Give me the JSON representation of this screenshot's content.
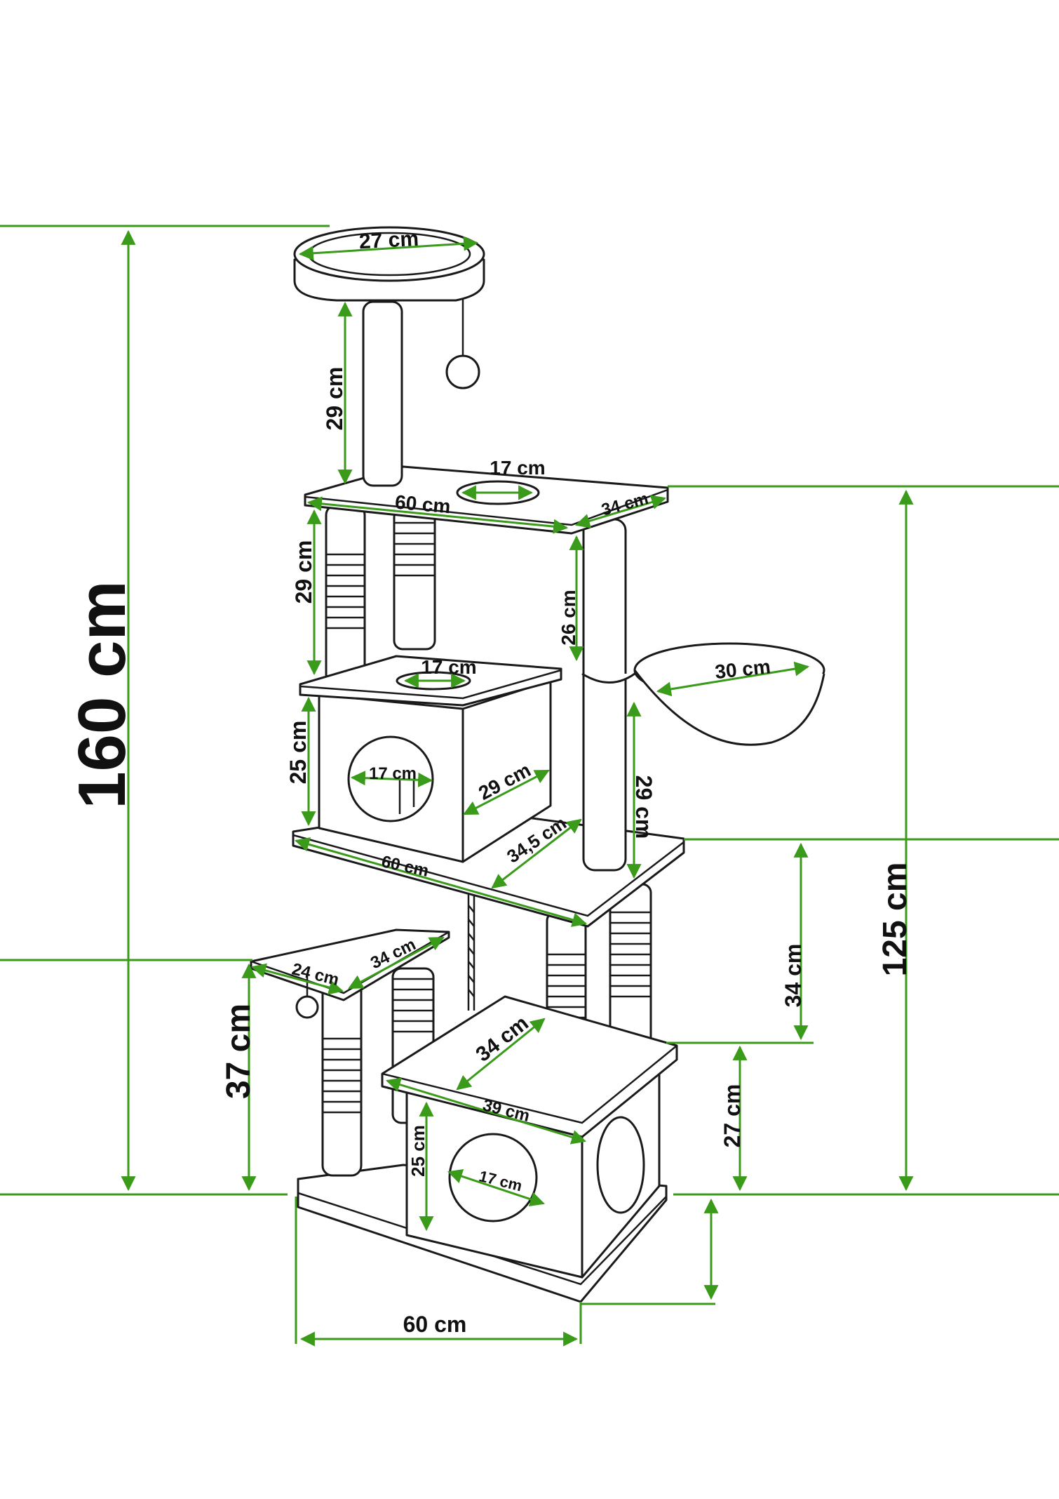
{
  "colors": {
    "dimension_line": "#3a9a1a",
    "outline": "#1a1a1a",
    "background": "#ffffff"
  },
  "dimensions": {
    "total_height": "160 cm",
    "height_125": "125 cm",
    "height_37": "37 cm",
    "height_34": "34 cm",
    "height_27_right": "27 cm",
    "base_width": "60 cm",
    "top_bed_diameter": "27 cm",
    "top_post_height": "29 cm",
    "top_platform_hole": "17 cm",
    "top_platform_width": "60 cm",
    "top_platform_depth": "34 cm",
    "upper_posts_height": "29 cm",
    "right_post_height_upper": "26 cm",
    "hammock_diameter": "30 cm",
    "right_post_height_lower": "29 cm",
    "middle_box_hole": "17 cm",
    "middle_box_height": "25 cm",
    "middle_box_entrance": "17 cm",
    "middle_box_depth": "29 cm",
    "middle_platform_width": "60 cm",
    "middle_platform_depth": "34,5 cm",
    "side_shelf_width": "24 cm",
    "side_shelf_depth": "34 cm",
    "bottom_box_depth": "34 cm",
    "bottom_box_width": "39 cm",
    "bottom_box_height": "25 cm",
    "bottom_box_entrance": "17 cm"
  }
}
